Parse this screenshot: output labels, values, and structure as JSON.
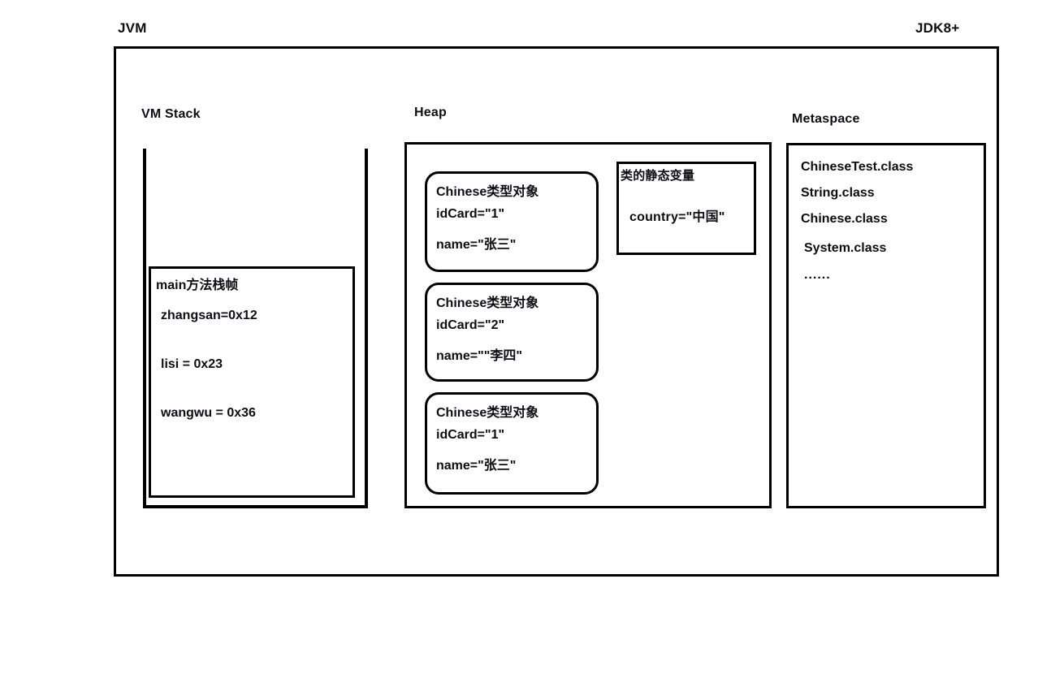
{
  "diagram": {
    "title_left": "JVM",
    "title_right": "JDK8+",
    "regions": {
      "vm_stack": {
        "label": "VM Stack",
        "frame": {
          "title": "main方法栈帧",
          "variables": [
            {
              "name": "zhangsan",
              "text": "zhangsan=0x12",
              "address": "0x12"
            },
            {
              "name": "lisi",
              "text": "lisi = 0x23",
              "address": "0x23"
            },
            {
              "name": "wangwu",
              "text": "wangwu = 0x36",
              "address": "0x36"
            }
          ]
        }
      },
      "heap": {
        "label": "Heap",
        "objects": [
          {
            "type_line": "Chinese类型对象",
            "id_line": "idCard=\"1\"",
            "name_line": "name=\"张三\""
          },
          {
            "type_line": "Chinese类型对象",
            "id_line": "idCard=\"2\"",
            "name_line": "name=\"\"李四\""
          },
          {
            "type_line": "Chinese类型对象",
            "id_line": "idCard=\"1\"",
            "name_line": "name=\"张三\""
          }
        ],
        "static_box": {
          "title": "类的静态变量",
          "value": "country=\"中国\""
        }
      },
      "metaspace": {
        "label": "Metaspace",
        "classes": [
          "ChineseTest.class",
          "String.class",
          "Chinese.class",
          "System.class",
          "......"
        ]
      }
    },
    "connections": [
      {
        "from": "zhangsan=0x12",
        "to": "heap object 1"
      },
      {
        "from": "lisi = 0x23",
        "to": "heap object 2"
      },
      {
        "from": "wangwu = 0x36",
        "to": "heap object 3"
      },
      {
        "from": "country=\"中国\"",
        "to": "Chinese.class"
      }
    ],
    "colors": {
      "stroke": "#000000",
      "text": "#0d0d14",
      "background": "#ffffff"
    }
  }
}
